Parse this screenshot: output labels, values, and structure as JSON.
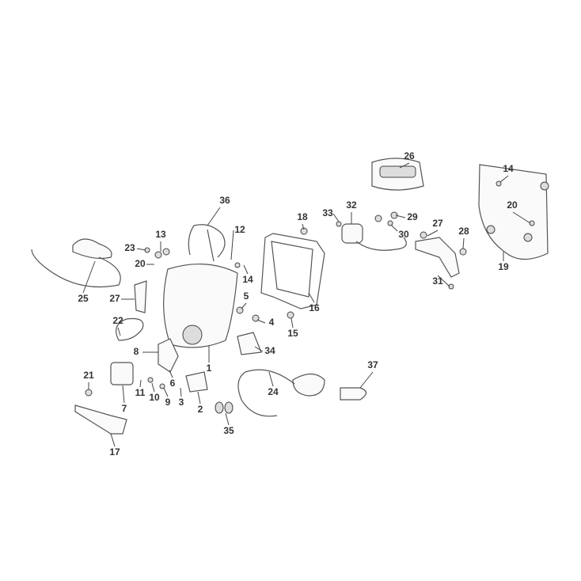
{
  "diagram": {
    "title": "Headlight and instrument assembly exploded view",
    "labels": [
      "36",
      "26",
      "14",
      "20",
      "32",
      "33",
      "18",
      "29",
      "30",
      "27",
      "28",
      "19",
      "31",
      "23",
      "13",
      "20",
      "12",
      "14",
      "25",
      "27",
      "5",
      "4",
      "15",
      "16",
      "22",
      "8",
      "34",
      "1",
      "37",
      "24",
      "21",
      "6",
      "11",
      "10",
      "9",
      "3",
      "2",
      "7",
      "35",
      "17"
    ]
  }
}
